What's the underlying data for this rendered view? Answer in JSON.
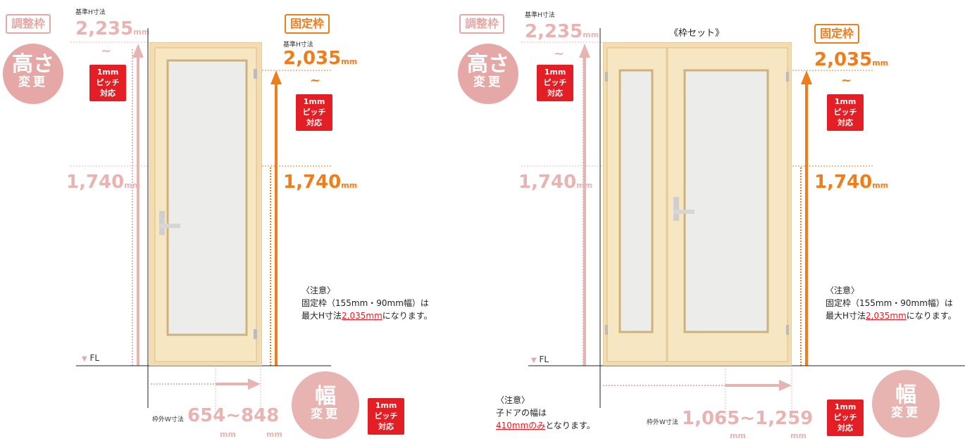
{
  "left": {
    "adjust_tag": "調整枠",
    "std_h_label": "基準H寸法",
    "adjust_max": "2,235",
    "adjust_min": "1,740",
    "fixed_tag": "固定枠",
    "fixed_std_h_label": "基準H寸法",
    "fixed_max": "2,035",
    "fixed_min": "1,740",
    "unit": "mm",
    "tilde": "~",
    "height_circle": [
      "高さ",
      "変更"
    ],
    "pitch_badge": [
      "1mm",
      "ピッチ",
      "対応"
    ],
    "fl_label": "FL",
    "note_title": "〈注意〉",
    "note_line1": "固定枠（155mm・90mm幅）は",
    "note_line2_pre": "最大H寸法",
    "note_line2_red": "2,035mm",
    "note_line2_post": "になります。",
    "width_label": "枠外W寸法",
    "width_min": "654",
    "width_sep": "~",
    "width_max": "848",
    "width_circle": [
      "幅",
      "変更"
    ]
  },
  "right": {
    "adjust_tag": "調整枠",
    "std_h_label": "基準H寸法",
    "adjust_max": "2,235",
    "adjust_min": "1,740",
    "frame_set": "《枠セット》",
    "fixed_tag": "固定枠",
    "fixed_max": "2,035",
    "fixed_min": "1,740",
    "unit": "mm",
    "tilde": "~",
    "height_circle": [
      "高さ",
      "変更"
    ],
    "pitch_badge": [
      "1mm",
      "ピッチ",
      "対応"
    ],
    "fl_label": "FL",
    "note_title": "〈注意〉",
    "note_line1": "固定枠（155mm・90mm幅）は",
    "note_line2_pre": "最大H寸法",
    "note_line2_red": "2,035mm",
    "note_line2_post": "になります。",
    "child_note_title": "〈注意〉",
    "child_note_line1": "子ドアの幅は",
    "child_note_red": "410mmのみ",
    "child_note_post": "となります。",
    "width_label": "枠外W寸法",
    "width_min": "1,065",
    "width_sep": "~",
    "width_max": "1,259",
    "width_circle": [
      "幅",
      "変更"
    ]
  },
  "colors": {
    "adjust": "#e5a8a6",
    "fixed": "#ef7d1c",
    "pitch": "#e31e24",
    "door": "#f3ddb0"
  }
}
